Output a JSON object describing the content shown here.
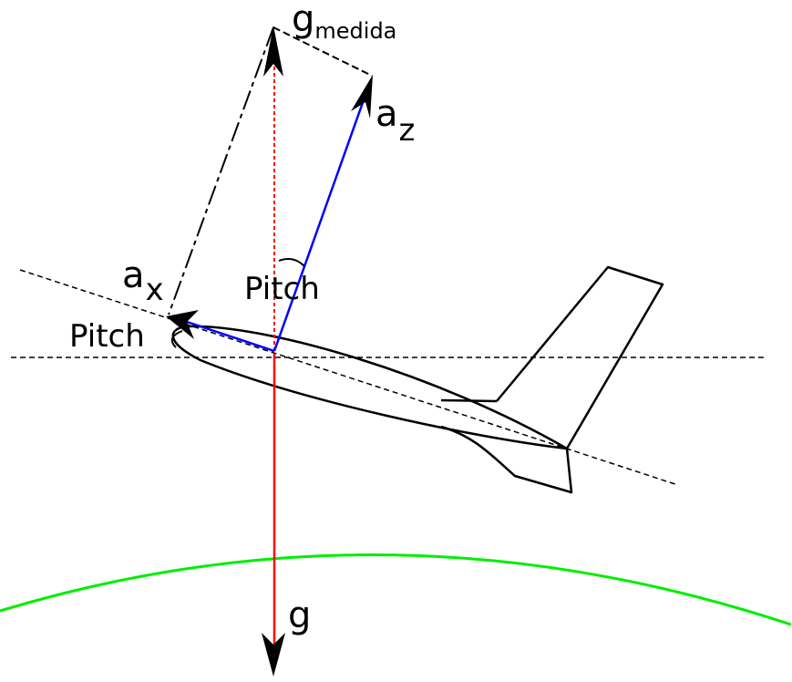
{
  "labels": {
    "g_measured_base": "g",
    "g_measured_sub": "medida",
    "az_base": "a",
    "az_sub": "z",
    "ax_base": "a",
    "ax_sub": "x",
    "pitch_upper": "Pitch",
    "pitch_left": "Pitch",
    "g": "g"
  },
  "colors": {
    "gravity": "#ff0000",
    "components": "#0000ff",
    "earth": "#00ee00",
    "lines": "#000000"
  }
}
